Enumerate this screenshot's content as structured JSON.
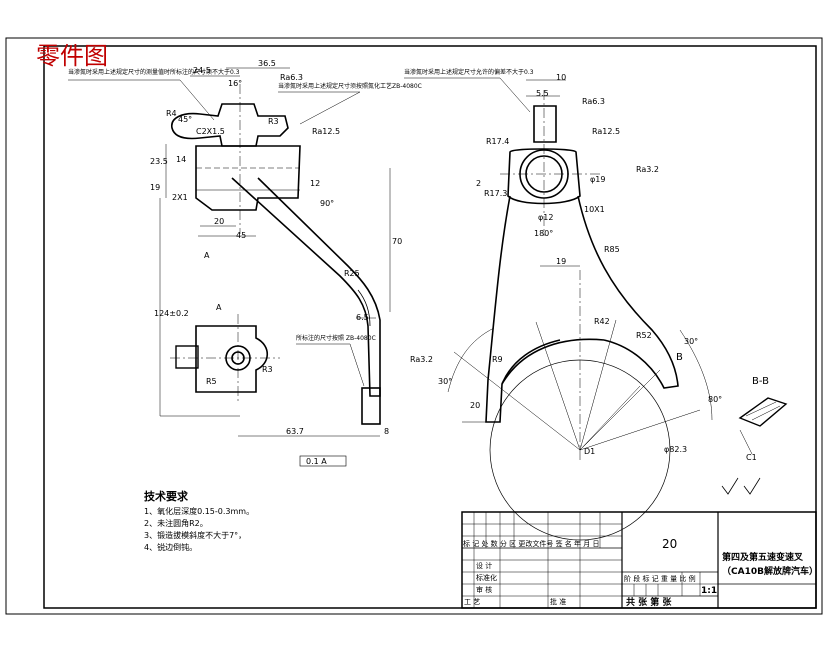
{
  "header": {
    "stamp": "零件图"
  },
  "notes": {
    "note_top_left": "当渗氮时采用上述规定尺寸的测量值时所标注的尺寸须不大于0.3",
    "note_top_mid": "当渗氮时采用上述规定尺寸须按照氮化工艺ZB-4080C",
    "note_top_right": "当渗氮时采用上述规定尺寸允许的偏差不大于0.3",
    "note_mid": "所标注的尺寸按照 ZB-4080C"
  },
  "dims": {
    "d24_5": "24.5",
    "d36_5": "36.5",
    "d16": "16°",
    "ra6_3": "Ra6.3",
    "r3": "R3",
    "r4": "R4",
    "c2x1_5": "C2X1.5",
    "d45deg": "45°",
    "ra12_5": "Ra12.5",
    "d23_5": "23.5",
    "d14": "14",
    "d19": "19",
    "c2x1": "2X1",
    "d20": "20",
    "d45": "45",
    "d12": "12",
    "d90": "90°",
    "d70": "70",
    "r25": "R25",
    "d6_5": "6.5",
    "d124": "124±0.2",
    "ra3_2": "Ra3.2",
    "d63_7": "63.7",
    "d8": "8",
    "gdt": "0.1 A",
    "r5": "R5",
    "r3b": "R3",
    "a_label": "A",
    "a_arrow": "A",
    "d10": "10",
    "d5_5": "5.5",
    "ra6_3b": "Ra6.3",
    "ra12_5b": "Ra12.5",
    "r17_4": "R17.4",
    "r17_3": "R17.3",
    "d2": "2",
    "phi19": "φ19",
    "d10x1": "10X1",
    "phi12": "φ12",
    "d180": "180°",
    "r85": "R85",
    "d19b": "19",
    "r42": "R42",
    "r52": "R52",
    "r9": "R9",
    "b_arrow": "B",
    "d30a": "30°",
    "d30b": "30°",
    "d80": "80°",
    "d20b": "20",
    "phi82_3": "φ82.3",
    "d1": "D1",
    "bb": "B-B",
    "c1": "C1",
    "ra_sym": "Ra3.2"
  },
  "requirements": {
    "heading": "技术要求",
    "items": [
      "1、氧化层深度0.15-0.3mm。",
      "2、未注圆角R2。",
      "3、锻造拔模斜度不大于7°，",
      "4、锐边倒钝。"
    ]
  },
  "title_block": {
    "part_no": "20",
    "part_name_1": "第四及第五速变速叉",
    "part_name_2": "（CA10B解放牌汽车）",
    "scale": "1:1",
    "scale_label": "比例",
    "row_labels": "标 记 处 数 分  区 更改文件号 签 名  年 月 日",
    "stage_labels": "阶 段 标 记  重 量  比 例",
    "sheet_labels": "共     张  第     张",
    "designer": "设 计",
    "checker": "审 核",
    "process": "工 艺",
    "std": "标准化",
    "approve": "批 准"
  }
}
